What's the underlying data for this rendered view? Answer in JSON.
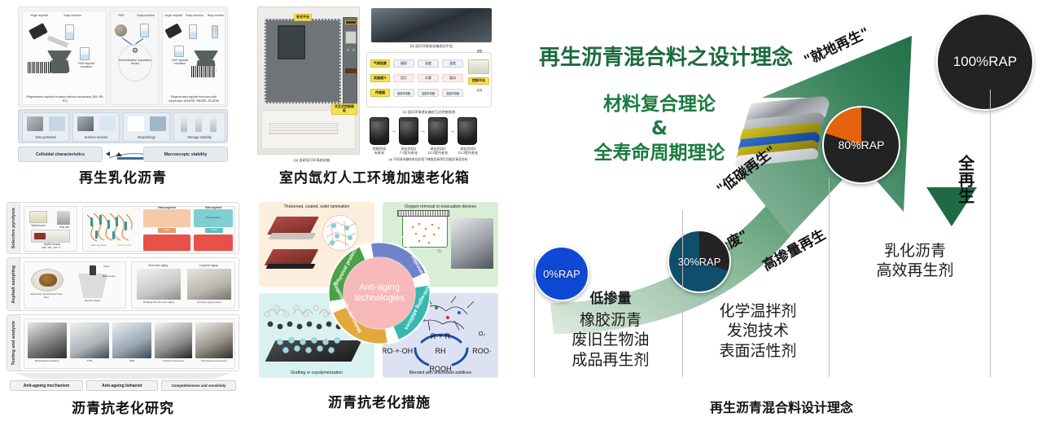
{
  "panels": {
    "emulsified": {
      "caption": "再生乳化沥青",
      "top_labels": [
        "Virgin asphalt",
        "Soap solution",
        "RAP",
        "Soap solution",
        "Virgin asphalt",
        "Soap solution",
        "Reju-venator"
      ],
      "left_product": "RAP asphalt emulsion",
      "right_product": "RAP asphalt emulsion",
      "center_device": "Emulsification separation device",
      "left_result": "Regenerated asphalt emulsion without rejuvenator (RA, RB, RC)",
      "right_result": "Regenerated asphalt emulsion with rejuvenator (RA&RE, RB&RE, RC&RE)",
      "tests": [
        "Zeta potential",
        "Surface tension",
        "Morphology",
        "Storage stability"
      ],
      "outcomes": [
        "Colloidal characteristics",
        "Macroscopic stability"
      ]
    },
    "anti_ageing_research": {
      "caption": "沥青抗老化研究",
      "rows": [
        {
          "side": "Selective pyrolysis",
          "labels": [
            "Waste foam",
            "Seal can",
            "Muffle furnace",
            "285, 300, 315 °C",
            "10 min",
            "Hard-segment",
            "Soft-segment",
            "Polyol chains",
            "Step1",
            "Step2"
          ],
          "legend": [
            "Hard-segment",
            "Soft-segment"
          ],
          "notes_left": [
            "· CO2",
            "· Regenerated polyols",
            "· Gaseous isocyanate monomers",
            "· Mixed isocyanate-amine species"
          ],
          "notes_right": [
            "· Char and ash",
            "· Polyol chain fragments",
            "· HCN Species and H2O"
          ]
        },
        {
          "side": "Asphalt sampling",
          "labels": [
            "Selectively decomposed foam fiber",
            "Electric heater",
            "Mixer",
            "Base binder",
            "Short term aging",
            "Long term aging",
            "Rotating thin film oven aging",
            "Pressure aging vessel"
          ]
        },
        {
          "side": "Testing and analysis",
          "labels": [
            "Rheological evaluation",
            "FTIR",
            "SEM",
            "Optical microscope",
            "Fluorescent microscope"
          ]
        }
      ],
      "tags": [
        "Anti-ageing mechanism",
        "Anti-ageing behavior",
        "Competitiveness and sensitivity"
      ]
    },
    "xenon_chamber": {
      "caption": "室内氙灯人工环境加速老化箱",
      "yellow_labels": [
        "老化平台",
        "交互式控制面板"
      ],
      "fig_a": "(a)  自研氙灯环境老化箱",
      "fig_b": "(b)  氙灯环境老化箱老化平台",
      "fig_c": "(c)  氙灯环境老化箱交互式控制系统",
      "fig_d": "(d)  不同多场耦合老化阶段下橡胶沥青再生回收沥青混合料",
      "flow_rows": [
        {
          "head": "气候因素",
          "cells": [
            "辐照",
            "温度",
            "湿度"
          ]
        },
        {
          "head": "实施媒介",
          "cells": [
            "氙灯",
            "水雾",
            "鼓风"
          ]
        },
        {
          "head": "传感器",
          "cells": [
            "辐照传感器",
            "温度传感器",
            "湿度传感器"
          ]
        }
      ],
      "flow_side": [
        "调整",
        "控制平台",
        "反馈"
      ],
      "specimens": [
        {
          "t": "控制阶段",
          "b": "无老化"
        },
        {
          "t": "老化阶段1",
          "b": "7 d室内老化"
        },
        {
          "t": "老化阶段2",
          "b": "14 d室内老化"
        },
        {
          "t": "老化阶段3",
          "b": "21 d室内老化"
        }
      ]
    },
    "anti_aging_tech": {
      "caption": "沥青抗老化措施",
      "center": "Anti-aging technologies",
      "quadrants": [
        {
          "title": "Thickened, coated, outer lamination",
          "arc": "Physical protection",
          "color": "#fbeedd",
          "arc_color": "#e0a93a"
        },
        {
          "title": "Oxygen removal or evacuation devices",
          "arc": "Process improvement",
          "color": "#d8efd6",
          "arc_color": "#4aa148"
        },
        {
          "title": "Grafting or copolymerization",
          "arc": "Molecular optimization",
          "color": "#d9f2ef",
          "arc_color": "#38b7ae"
        },
        {
          "title": "Blended with antioxidant additives",
          "arc": "Anti-aging additives",
          "color": "#dde2f3",
          "arc_color": "#6e83c9"
        }
      ],
      "formula": [
        "R·+·R",
        "O₂",
        "RO·+·OH",
        "RH",
        "ROO·",
        "ROOH"
      ],
      "o2_label": "O₂"
    },
    "design_concept": {
      "caption": "再生沥青混合料设计理念",
      "title": "再生沥青混合料之设计理念",
      "subtitle": "材料复合理论\n&\n全寿命周期理论",
      "vertical_text": "全再生",
      "bubbles": [
        {
          "label": "0%RAP",
          "base_color": "#1048d6",
          "slice_color": "#1048d6",
          "slice_pct": 0
        },
        {
          "label": "30%RAP",
          "base_color": "#0f4f6b",
          "slice_color": "#232323",
          "slice_pct": 30
        },
        {
          "label": "80%RAP",
          "base_color": "#232323",
          "slice_color": "#e4620c",
          "slice_pct": 20
        },
        {
          "label": "100%RAP",
          "base_color": "#232323",
          "slice_color": "#232323",
          "slice_pct": 100
        }
      ],
      "curve_labels": [
        "\"以废治废\"",
        "\"低碳再生\"",
        "高掺量再生",
        "\"就地再生\""
      ],
      "columns": [
        {
          "head": "低掺量",
          "lines": [
            "橡胶沥青",
            "废旧生物油",
            "成品再生剂"
          ]
        },
        {
          "head": "",
          "lines": [
            "化学温拌剂",
            "发泡技术",
            "表面活性剂"
          ]
        },
        {
          "head": "",
          "lines": [
            "乳化沥青",
            "高效再生剂"
          ]
        }
      ],
      "arrow_color_light": "#cfe0d3",
      "arrow_color_dark": "#1b6b3c"
    }
  }
}
